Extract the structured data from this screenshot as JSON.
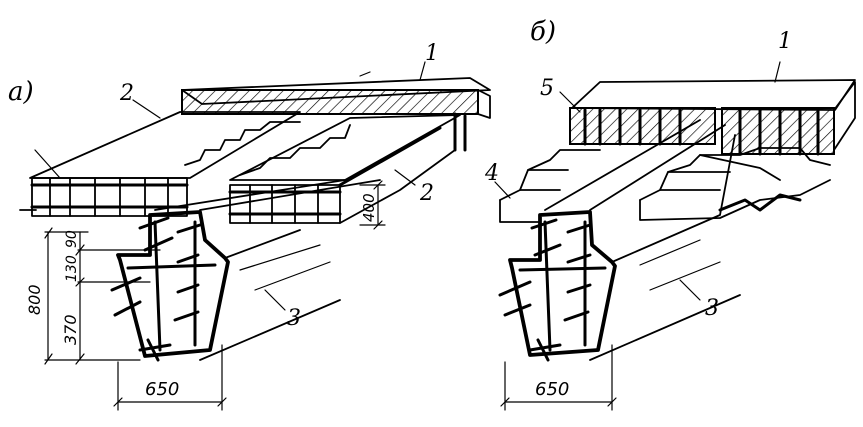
{
  "figure": {
    "panel_a": {
      "label": "а)",
      "callouts": [
        "1",
        "2",
        "2",
        "3"
      ],
      "dims": {
        "height_total": "800",
        "seg_1": "90",
        "seg_2": "130",
        "seg_3": "370",
        "rib": "400",
        "width": "650"
      }
    },
    "panel_b": {
      "label": "б)",
      "callouts": [
        "1",
        "5",
        "4",
        "3"
      ],
      "dims": {
        "width": "650"
      }
    },
    "colors": {
      "ink": "#000000",
      "paper": "#ffffff"
    }
  }
}
